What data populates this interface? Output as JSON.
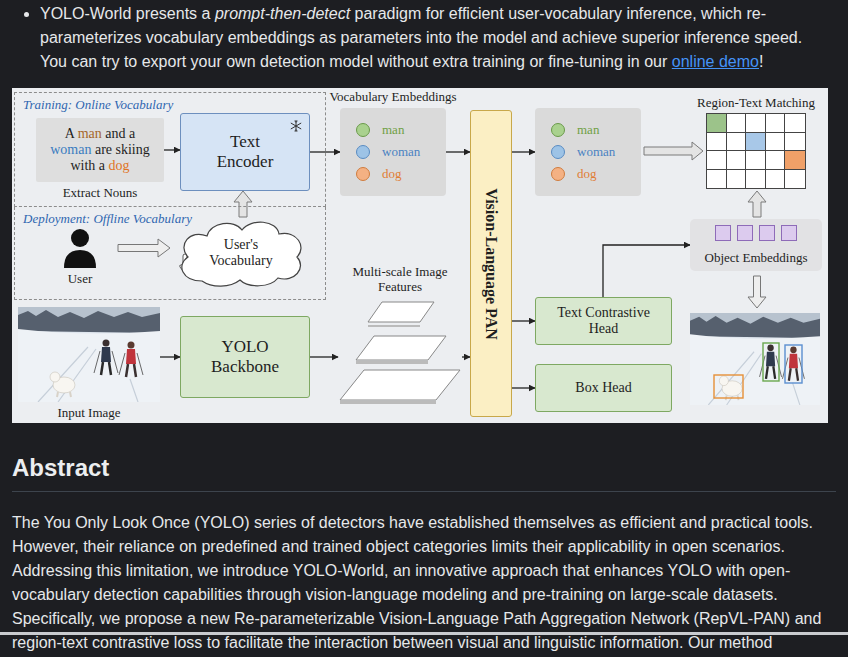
{
  "diagram": {
    "nodes": [
      {
        "text": [
          "Training: Online Vocabulary"
        ]
      },
      {
        "text": [
          "A man and a woman are skiing with a dog",
          "Extract Nouns"
        ],
        "in": 0
      },
      {
        "text": [
          "Text Encoder"
        ],
        "in": 0
      },
      {
        "text": [
          "Deployment: Offline Vocabulary"
        ]
      },
      {
        "text": [
          "User's Vocabulary"
        ],
        "in": 3
      },
      {
        "text": [
          "Vocabulary Embeddings",
          "man",
          "woman",
          "dog"
        ]
      },
      {
        "text": [
          "Vision-Language PAN"
        ]
      },
      {
        "text": [
          "man",
          "woman",
          "dog"
        ]
      },
      {
        "text": [
          "Region-Text Matching"
        ]
      },
      {
        "text": [
          "Object Embeddings"
        ]
      },
      {
        "text": [
          "Input Image"
        ]
      },
      {
        "text": [
          "YOLO Backbone"
        ]
      },
      {
        "text": [
          "Multi-scale Image Features"
        ]
      },
      {
        "text": [
          "Text Contrastive Head"
        ]
      },
      {
        "text": [
          "Box Head"
        ]
      }
    ],
    "edges": [
      {
        "from": 1,
        "to": 2,
        "arrow": "to"
      },
      {
        "from": 4,
        "to": 2,
        "arrow": "to"
      },
      {
        "from": 2,
        "to": 5,
        "arrow": "to"
      },
      {
        "from": 5,
        "to": 6,
        "arrow": "to"
      },
      {
        "from": 6,
        "to": 7,
        "arrow": "to"
      },
      {
        "from": 7,
        "to": 8,
        "arrow": "to"
      },
      {
        "from": 10,
        "to": 11,
        "arrow": "to"
      },
      {
        "from": 11,
        "to": 12,
        "arrow": "to"
      },
      {
        "from": 12,
        "to": 6,
        "arrow": "to"
      },
      {
        "from": 6,
        "to": 13,
        "arrow": "to"
      },
      {
        "from": 6,
        "to": 14,
        "arrow": "to"
      },
      {
        "from": 13,
        "to": 9,
        "arrow": "to"
      },
      {
        "from": 9,
        "to": 8,
        "arrow": "to"
      }
    ],
    "labels": [
      "YOLO-World presents a",
      "prompt-then-detect",
      "paradigm for efficient user-vocabulary inference, which re-parameterizes vocabulary embeddings as parameters into the model and achieve superior inference speed. You can try to export your own detection model without extra training or fine-tuning in our",
      "online demo",
      "!",
      "User",
      "Abstract",
      "The You Only Look Once (YOLO) series of detectors have established themselves as efficient and practical tools. However, their reliance on predefined and trained object categories limits their applicability in open scenarios. Addressing this limitation, we introduce YOLO-World, an innovative approach that enhances YOLO with open-vocabulary detection capabilities through vision-language modeling and pre-training on large-scale datasets. Specifically, we propose a new Re-parameterizable Vision-Language Path Aggregation Network (RepVL-PAN) and region-text contrastive loss to facilitate the interaction between visual and linguistic information. Our method"
    ]
  }
}
